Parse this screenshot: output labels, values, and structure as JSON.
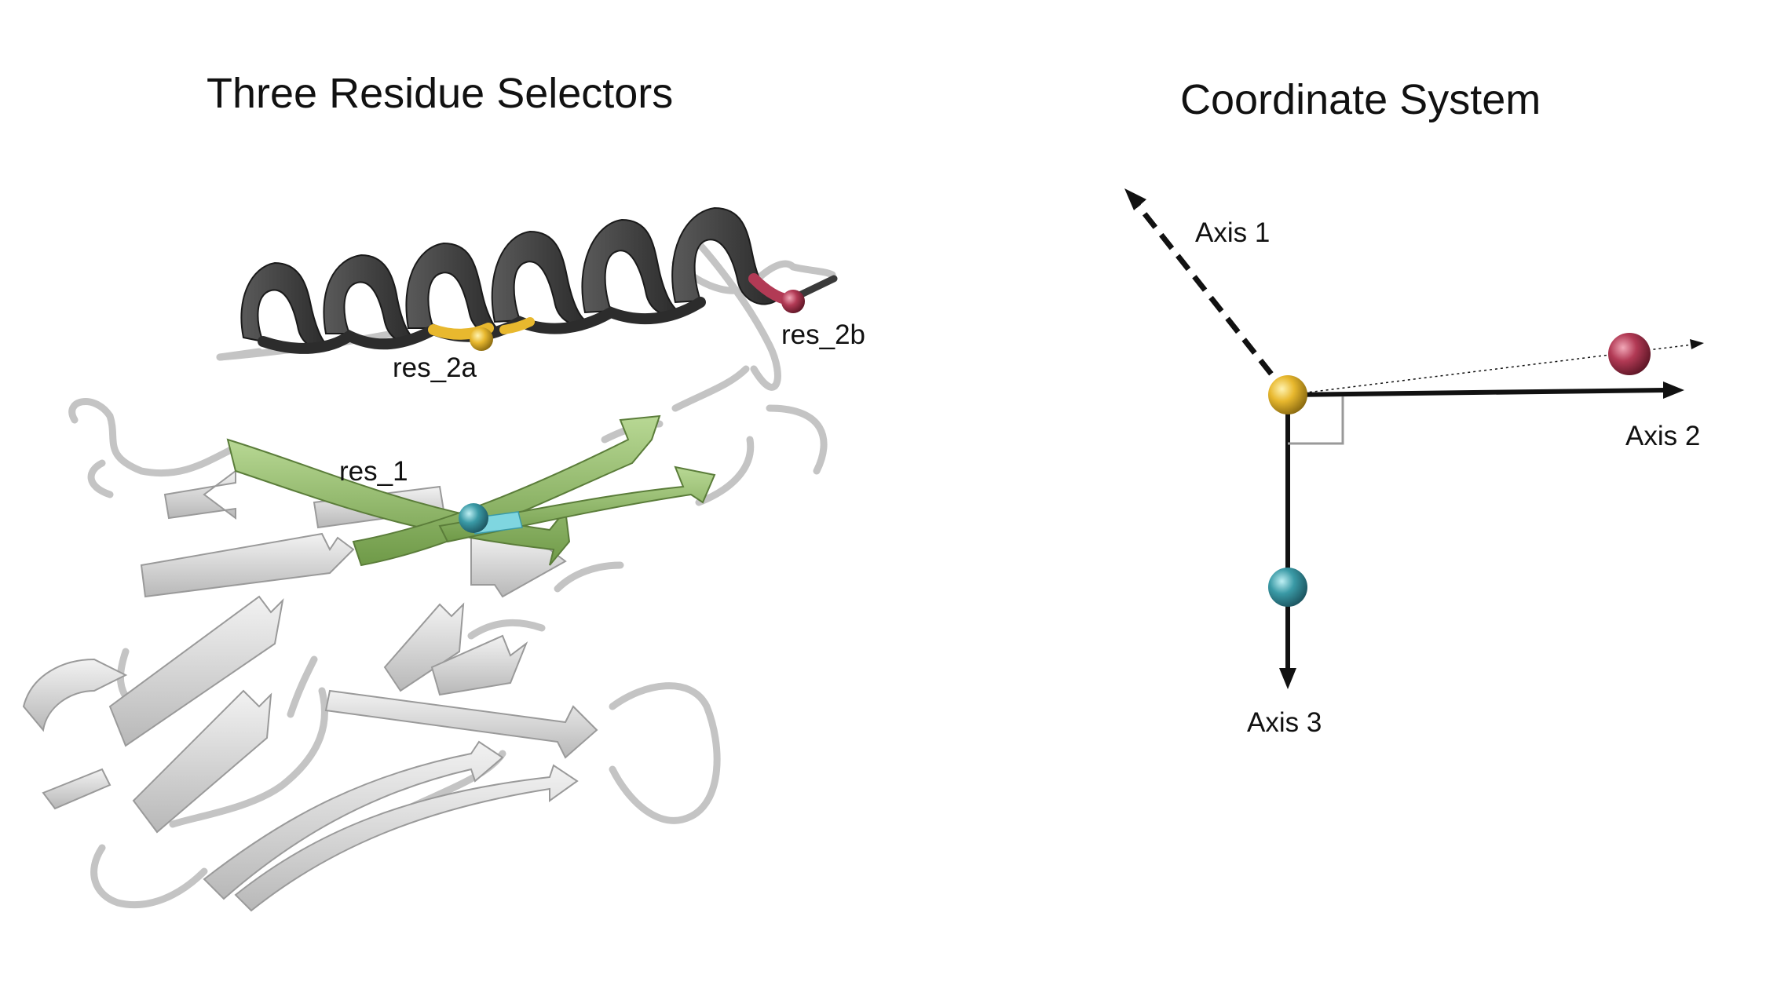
{
  "left_panel": {
    "title": "Three Residue Selectors",
    "labels": {
      "res_1": "res_1",
      "res_2a": "res_2a",
      "res_2b": "res_2b"
    }
  },
  "right_panel": {
    "title": "Coordinate System",
    "axes": {
      "axis1": "Axis 1",
      "axis2": "Axis 2",
      "axis3": "Axis 3"
    }
  },
  "colors": {
    "helix": "#3a3a3a",
    "sheet_grey": "#d4d4d4",
    "sheet_green": "#8fb36a",
    "res_1": "#3a9aa6",
    "res_2a": "#e8b82e",
    "res_2b": "#b23a55",
    "axis": "#111111"
  }
}
